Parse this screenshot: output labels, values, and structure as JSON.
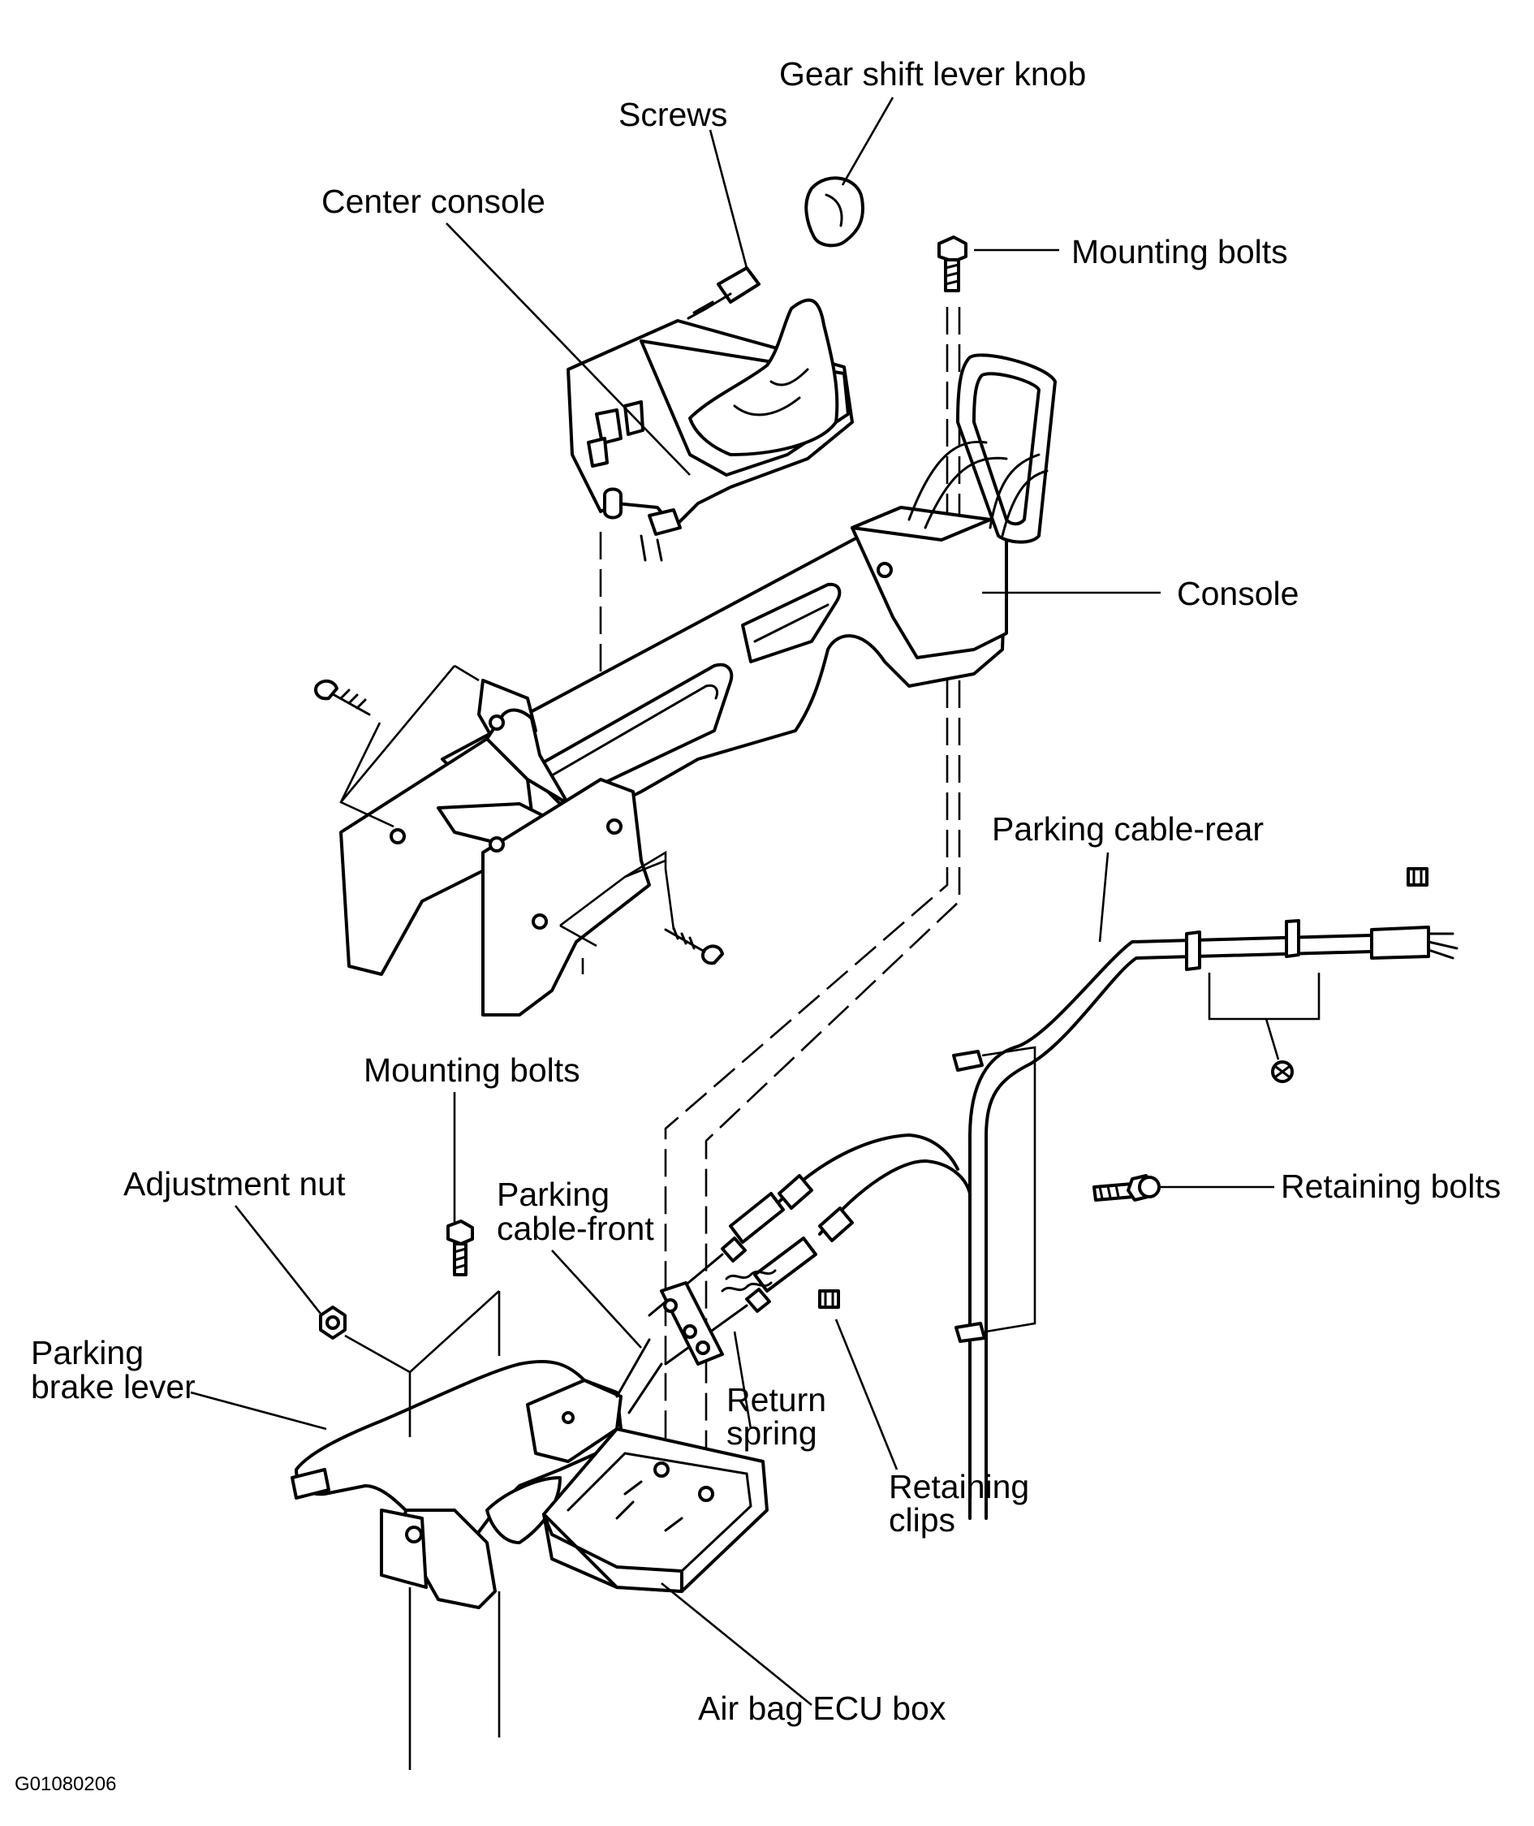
{
  "labels": {
    "gear_shift_lever_knob": "Gear shift lever knob",
    "screws": "Screws",
    "center_console": "Center console",
    "mounting_bolts_top": "Mounting bolts",
    "console": "Console",
    "parking_cable_rear": "Parking cable-rear",
    "mounting_bolts_bottom": "Mounting bolts",
    "retaining_bolts": "Retaining bolts",
    "adjustment_nut": "Adjustment nut",
    "parking_cable_front_line1": "Parking",
    "parking_cable_front_line2": "cable-front",
    "parking_brake_lever_line1": "Parking",
    "parking_brake_lever_line2": "brake lever",
    "return_spring_line1": "Return",
    "return_spring_line2": "spring",
    "retaining_clips_line1": "Retaining",
    "retaining_clips_line2": "clips",
    "air_bag_ecu_box": "Air bag ECU box"
  },
  "figure_code": "G01080206",
  "colors": {
    "line": "#000000",
    "background": "#ffffff"
  }
}
